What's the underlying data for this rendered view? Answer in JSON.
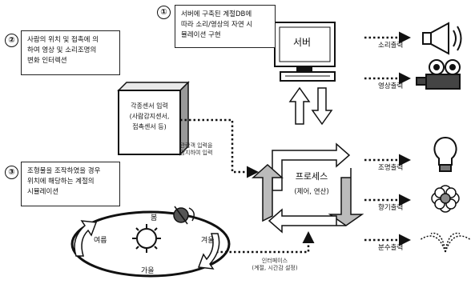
{
  "markers": {
    "one": "①",
    "two": "②",
    "three": "③"
  },
  "note1": {
    "line1": "서버에 구축된 계절DB에",
    "line2": "따라 소리/영상의 자연 시",
    "line3": "뮬레이션 구현"
  },
  "note2": {
    "line1": "사람의 위치 및 접촉에 의",
    "line2": "하여 영상 및 소리조명의",
    "line3": "변화 인터렉션"
  },
  "note3": {
    "line1": "조형물을 조작하였을 경우",
    "line2": "위치에 해당하는 계절의",
    "line3": "시뮬레이션"
  },
  "server_label": "서버",
  "sensor_box": {
    "line1": "각종센서 입력",
    "line2": "(사람감지센서,",
    "line3": "접촉센서 등)"
  },
  "sensor_note": {
    "line1": "관람객 입력을",
    "line2": "감지하여 입력"
  },
  "process": {
    "title": "프로세스",
    "sub": "(제어, 연산)"
  },
  "outputs": [
    {
      "label": "소리출력",
      "icon": "speaker-icon"
    },
    {
      "label": "영상출력",
      "icon": "projector-icon"
    },
    {
      "label": "조명출력",
      "icon": "bulb-icon"
    },
    {
      "label": "향기출력",
      "icon": "flower-icon"
    },
    {
      "label": "분수출력",
      "icon": "fountain-icon"
    }
  ],
  "seasons": {
    "spring": "봄",
    "summer": "여름",
    "autumn": "가을",
    "winter": "겨울"
  },
  "interface_note": {
    "line1": "인터페이스",
    "line2": "(계절, 시간감 설정)"
  }
}
